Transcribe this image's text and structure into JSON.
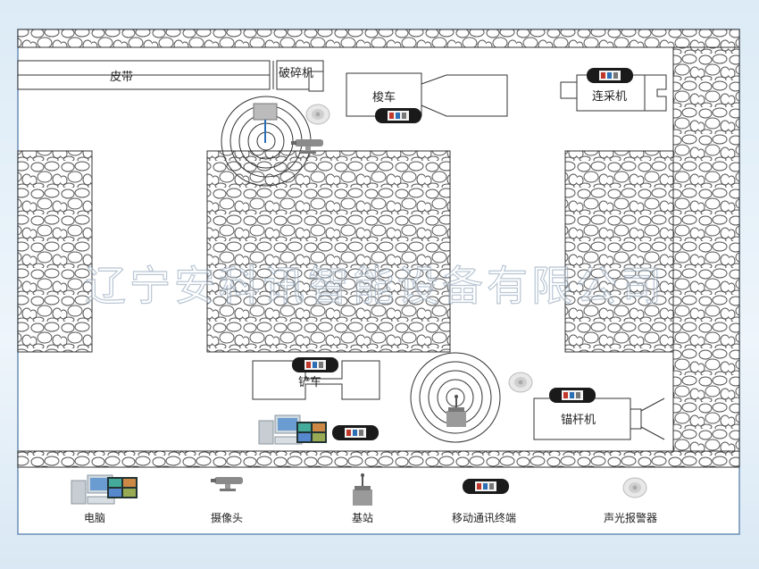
{
  "labels": {
    "belt": "皮带",
    "crusher": "破碎机",
    "shuttle_car": "梭车",
    "continuous_miner": "连采机",
    "scoop": "铲车",
    "roof_bolter": "锚杆机"
  },
  "legend": [
    {
      "icon": "computer-icon",
      "label": "电脑"
    },
    {
      "icon": "camera-icon",
      "label": "摄像头"
    },
    {
      "icon": "base-station-icon",
      "label": "基站"
    },
    {
      "icon": "mobile-terminal-icon",
      "label": "移动通讯终端"
    },
    {
      "icon": "alarm-icon",
      "label": "声光报警器"
    }
  ],
  "watermark": "辽宁安科讯智能设备有限公司",
  "colors": {
    "rock_fill": "#ffffff",
    "line": "#333333",
    "background": "#dcebf6"
  }
}
